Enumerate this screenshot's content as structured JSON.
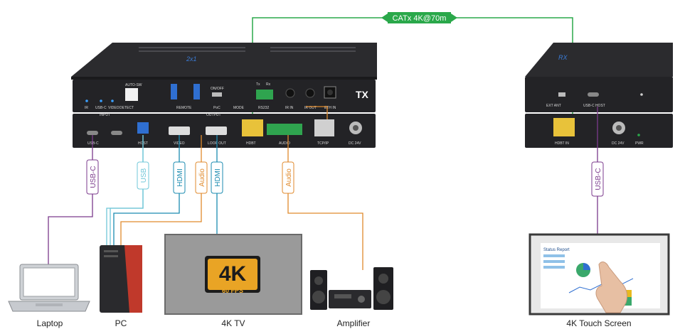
{
  "link": {
    "label": "CATx 4K@70m",
    "color": "#2aa84a"
  },
  "tx": {
    "badge": "TX",
    "brand": "2x1",
    "rear_labels": [
      "IR",
      "USB-C",
      "VIDEO",
      "DETECT",
      "AUTO-SW",
      "REMOTE",
      "ON/OFF",
      "PoC",
      "MODE",
      "Tx",
      "Rx",
      "RS232",
      "IR IN",
      "IR OUT",
      "ETH IN"
    ],
    "front_labels": [
      "USB-C",
      "HOST",
      "VIDEO",
      "LOOP OUT",
      "HDBT",
      "AUDIO",
      "TCP/IP",
      "DC 24V"
    ],
    "input_label": "INPUT",
    "output_label": "OUTPUT"
  },
  "rx": {
    "brand": "RX",
    "rear_labels": [
      "EXT ANT",
      "USB-C HOST"
    ],
    "front_labels": [
      "HDBT IN",
      "DC 24V",
      "PWR"
    ]
  },
  "tags": [
    {
      "id": "usbc-laptop",
      "text": "USB-C",
      "color": "#7b3a8c"
    },
    {
      "id": "usb-pc",
      "text": "USB",
      "color": "#6fc7d8"
    },
    {
      "id": "hdmi-pc",
      "text": "HDMI",
      "color": "#1b8bb0"
    },
    {
      "id": "audio-pc",
      "text": "Audio",
      "color": "#e08a2c"
    },
    {
      "id": "hdmi-tv",
      "text": "HDMI",
      "color": "#1b8bb0"
    },
    {
      "id": "audio-amp",
      "text": "Audio",
      "color": "#e08a2c"
    },
    {
      "id": "usbc-touch",
      "text": "USB-C",
      "color": "#7b3a8c"
    }
  ],
  "tv": {
    "badge_big": "4K",
    "badge_small": "60 FPS"
  },
  "touchscreen": {
    "heading": "Status Report"
  },
  "devices": {
    "laptop": "Laptop",
    "pc": "PC",
    "tv": "4K TV",
    "amplifier": "Amplifier",
    "touch": "4K Touch Screen"
  },
  "icons": [
    "laptop-icon",
    "pc-tower-icon",
    "tv-icon",
    "speaker-icon",
    "amplifier-icon",
    "touch-screen-icon",
    "hand-icon"
  ]
}
